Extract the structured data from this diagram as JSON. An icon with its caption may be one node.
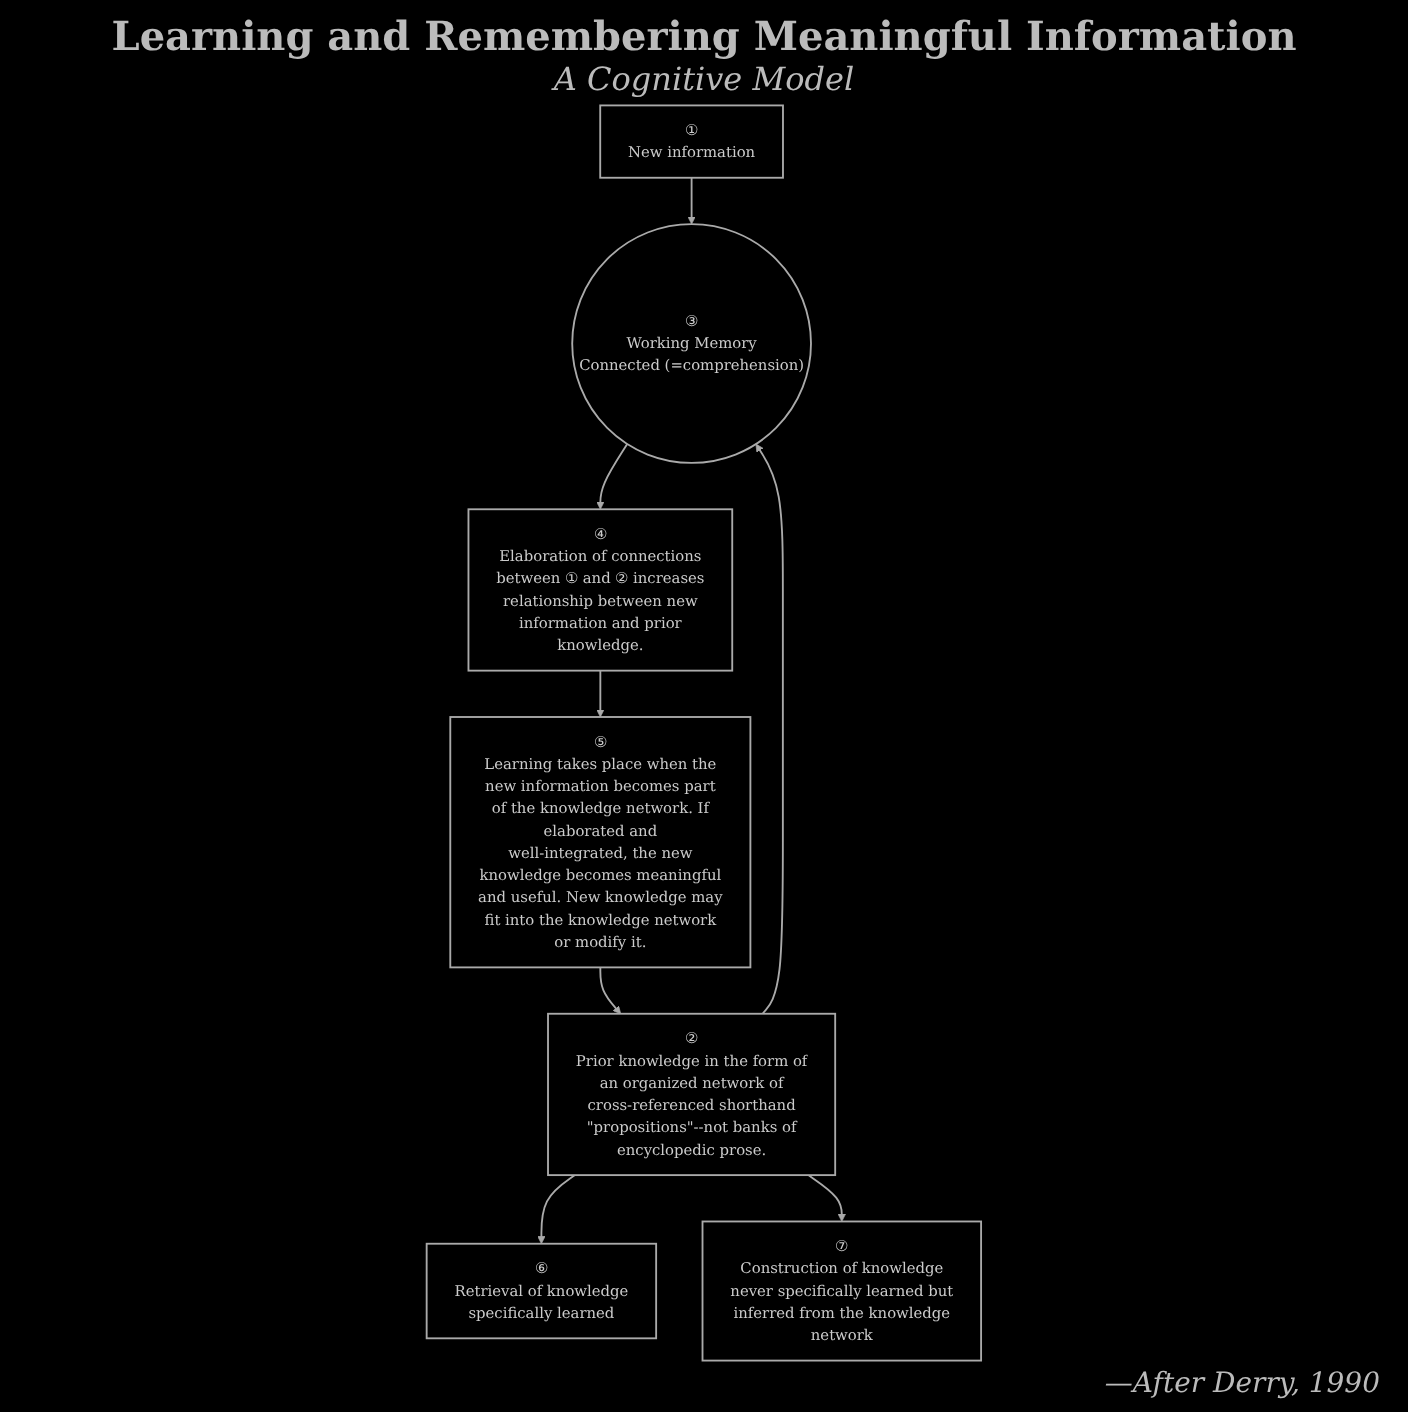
{
  "diagram": {
    "title": "Learning and Remembering Meaningful Information",
    "nodes": [
      {
        "text": [
          "①",
          "New information"
        ]
      },
      {
        "text": [
          "③",
          "Working Memory",
          "Connected (=comprehension)"
        ]
      },
      {
        "text": [
          "④",
          "Elaboration of connections between ① and ② increases relationship between new information and prior knowledge."
        ]
      },
      {
        "text": [
          "⑤",
          "Learning takes place when the new information becomes part of the knowledge network. If elaborated and well-integrated, the new knowledge becomes meaningful and useful. New knowledge may fit into the knowledge network or modify it."
        ]
      },
      {
        "text": [
          "②",
          "Prior knowledge in the form of an organized network of cross-referenced shorthand \"propositions\"--not banks of encyclopedic prose."
        ]
      },
      {
        "text": [
          "⑥",
          "Retrieval of knowledge specifically learned"
        ]
      },
      {
        "text": [
          "⑦",
          "Construction of knowledge never specifically learned but inferred from the knowledge network"
        ]
      }
    ],
    "edges": [
      {
        "from": 0,
        "to": 1,
        "arrow": "to"
      },
      {
        "from": 1,
        "to": 2,
        "arrow": "to"
      },
      {
        "from": 2,
        "to": 3,
        "arrow": "to"
      },
      {
        "from": 3,
        "to": 4,
        "arrow": "to"
      },
      {
        "from": 4,
        "to": 1,
        "arrow": "to"
      },
      {
        "from": 4,
        "to": 5,
        "arrow": "to"
      },
      {
        "from": 4,
        "to": 6,
        "arrow": "to"
      }
    ],
    "labels": [
      "A Cognitive Model"
    ],
    "caption": "—After Derry, 1990"
  }
}
